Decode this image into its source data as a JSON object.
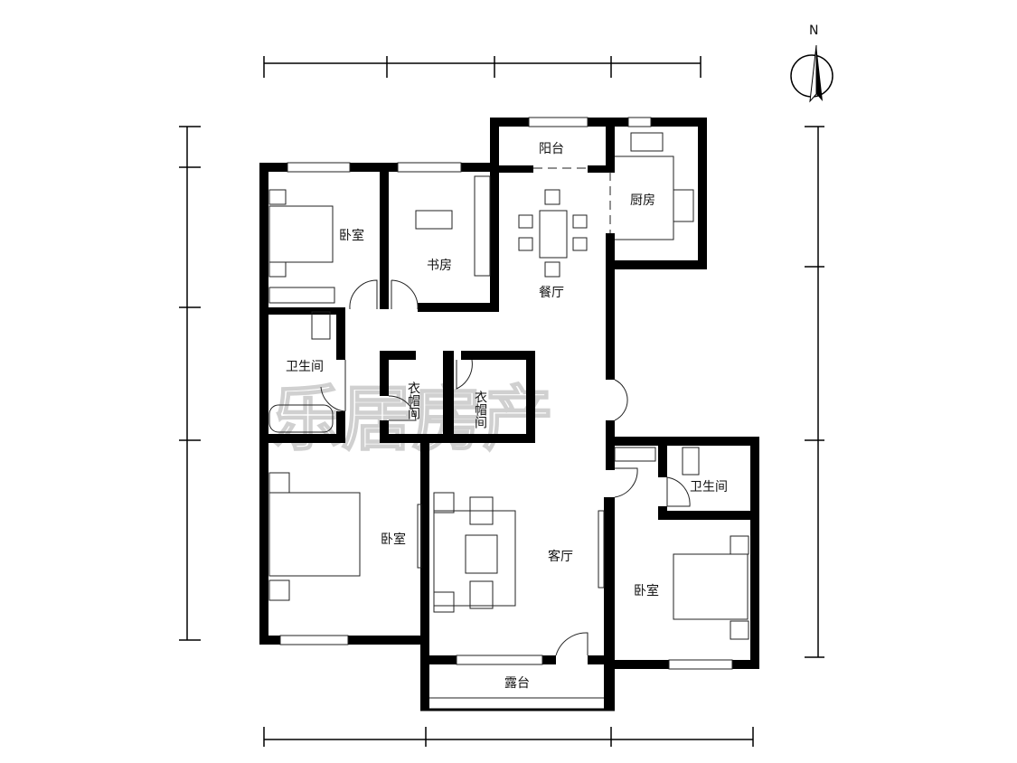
{
  "compass": {
    "label": "N"
  },
  "rooms": {
    "balcony": "阳台",
    "kitchen": "厨房",
    "bedroom_nw": "卧室",
    "study": "书房",
    "dining": "餐厅",
    "bathroom_w": "卫生间",
    "closet_1": "衣帽间",
    "closet_2": "衣帽间",
    "bedroom_sw": "卧室",
    "living": "客厅",
    "bathroom_e": "卫生间",
    "bedroom_se": "卧室",
    "terrace": "露台"
  },
  "watermark": "乐居房产"
}
